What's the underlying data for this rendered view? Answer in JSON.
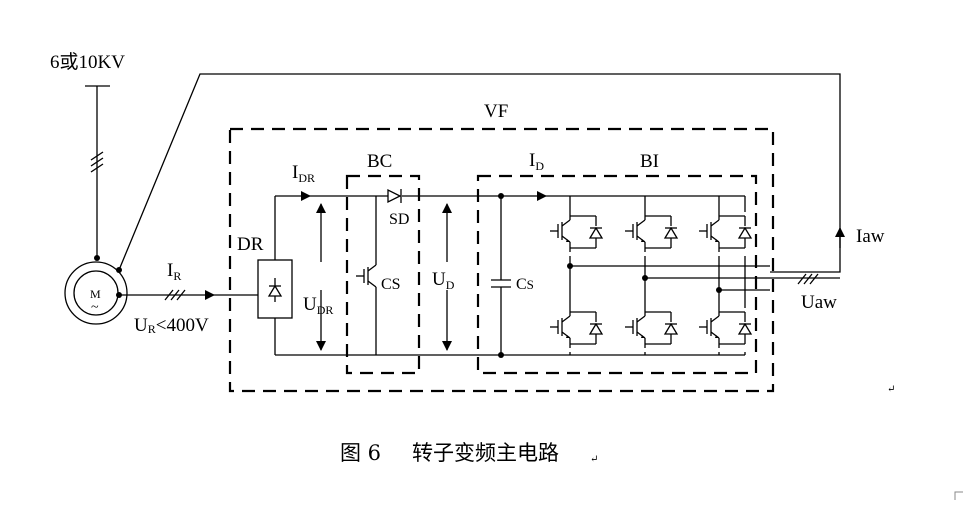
{
  "diagram": {
    "supply_label": "6或10KV",
    "vf_label": "VF",
    "bc_label": "BC",
    "bi_label": "BI",
    "dr_label": "DR",
    "sd_label": "SD",
    "cs_switch_label": "CS",
    "motor_label": "M",
    "motor_sub": "~",
    "idr": {
      "main": "I",
      "sub": "DR"
    },
    "id": {
      "main": "I",
      "sub": "D"
    },
    "ir": {
      "main": "I",
      "sub": "R"
    },
    "udr": {
      "main": "U",
      "sub": "DR"
    },
    "ud": {
      "main": "U",
      "sub": "D"
    },
    "cs_cap": {
      "main": "C",
      "sub": "S"
    },
    "ur": {
      "main": "U",
      "sub": "R",
      "rest": "<400V"
    },
    "iaw": "Iaw",
    "uaw": "Uaw"
  },
  "caption": {
    "number": "图 6",
    "title": "转子变频主电路"
  }
}
